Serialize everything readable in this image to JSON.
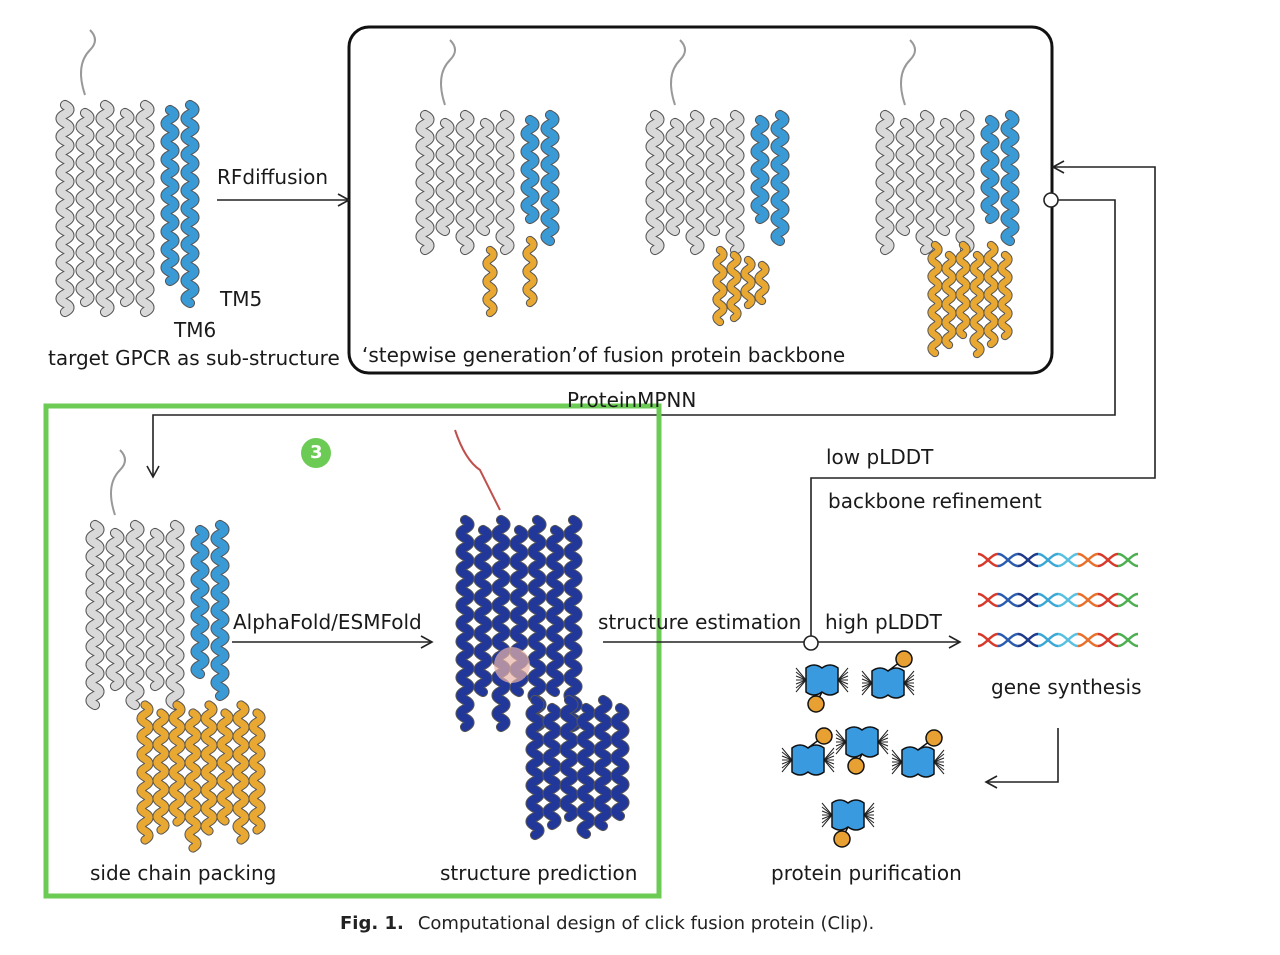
{
  "labels": {
    "rfdiffusion": "RFdiffusion",
    "tm5": "TM5",
    "tm6": "TM6",
    "target": "target GPCR as sub-structure",
    "stepwise": "‘stepwise generation’of fusion protein backbone",
    "proteinmpnn": "ProteinMPNN",
    "low_plddt": "low pLDDT",
    "backbone_refinement": "backbone refinement",
    "step_number": "3",
    "alphafold": "AlphaFold/ESMFold",
    "structure_estimation": "structure estimation",
    "high_plddt": "high pLDDT",
    "gene_synthesis": "gene synthesis",
    "side_chain_packing": "side chain packing",
    "structure_prediction": "structure prediction",
    "protein_purification": "protein purification"
  },
  "caption": {
    "fig": "Fig. 1.",
    "text": "Computational design of click fusion protein (Clip)."
  },
  "colors": {
    "receptor": "#d9d9d9",
    "tm_helix": "#3a9ad6",
    "fusion": "#e8a832",
    "predicted": "#22379a",
    "highlight_box": "#6ccb55"
  }
}
